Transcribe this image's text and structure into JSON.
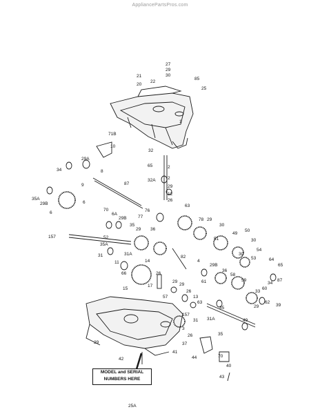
{
  "watermark": "AppliancePartsPros.com",
  "callout": {
    "line1": "MODEL and SERIAL",
    "line2": "NUMBERS HERE"
  },
  "labels": [
    "27",
    "29",
    "30",
    "21",
    "22",
    "20",
    "85",
    "25",
    "1",
    "71B",
    "10",
    "32",
    "29A",
    "34",
    "8",
    "9",
    "65",
    "2",
    "2",
    "87",
    "6",
    "32A",
    "29",
    "12",
    "26",
    "35A",
    "29B",
    "6",
    "70",
    "6A",
    "77",
    "76",
    "29B",
    "35",
    "63",
    "157",
    "36",
    "29",
    "78",
    "29",
    "30",
    "49",
    "50",
    "51",
    "30",
    "52",
    "35A",
    "31",
    "11",
    "31A",
    "82",
    "4",
    "29B",
    "36",
    "54",
    "30",
    "53",
    "64",
    "65",
    "66",
    "26",
    "14",
    "59",
    "58",
    "87",
    "34",
    "60",
    "17",
    "61",
    "29",
    "29",
    "15",
    "26",
    "13",
    "33",
    "57",
    "63",
    "62",
    "29",
    "39",
    "35",
    "49",
    "157",
    "31",
    "31A",
    "29",
    "3",
    "26",
    "37",
    "35",
    "41",
    "44",
    "70",
    "40",
    "43",
    "42",
    "25A"
  ]
}
